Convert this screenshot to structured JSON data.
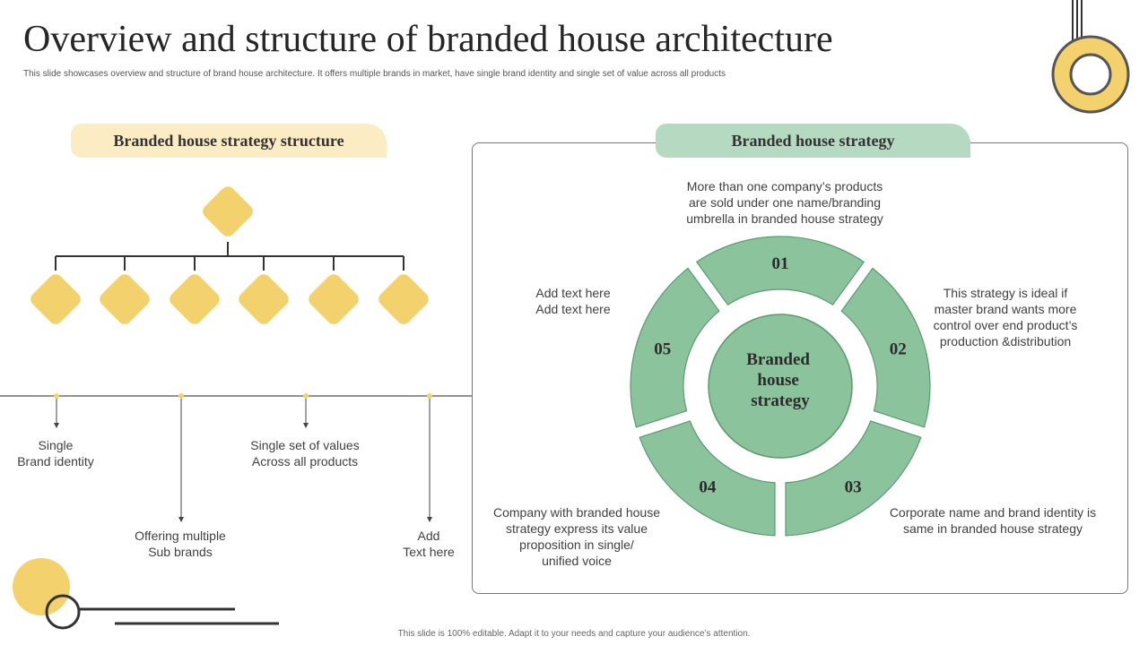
{
  "header": {
    "title": "Overview and structure of branded house architecture",
    "subtitle": "This slide showcases overview and structure of brand house architecture. It offers multiple brands in market, have single brand identity and single set of value across all products"
  },
  "left": {
    "heading": "Branded house strategy structure",
    "timeline": {
      "single_brand": "Single\nBrand identity",
      "single_values": "Single set of values\nAcross all products",
      "multiple_sub": "Offering multiple\nSub brands",
      "add_text": "Add\nText here"
    }
  },
  "right": {
    "heading": "Branded house strategy",
    "center_label": "Branded\nhouse\nstrategy",
    "segments": [
      "01",
      "02",
      "03",
      "04",
      "05"
    ],
    "descriptions": {
      "s01": "More than one company’s products\nare sold under one name/branding\numbrella in branded house strategy",
      "s02": "This strategy is ideal if\nmaster brand wants more\ncontrol over end product’s\nproduction &distribution",
      "s03": "Corporate name and brand identity is\nsame in branded house strategy",
      "s04": "Company with branded house\nstrategy express its value\nproposition in single/\nunified voice",
      "s05": "Add text here\nAdd text here"
    }
  },
  "footer": "This slide is 100% editable. Adapt it to your needs and capture your audience’s attention.",
  "colors": {
    "yellow": "#f3d26e",
    "green": "#8bc49c",
    "light_yellow": "#fcecc4",
    "light_green": "#b6d9c1"
  }
}
